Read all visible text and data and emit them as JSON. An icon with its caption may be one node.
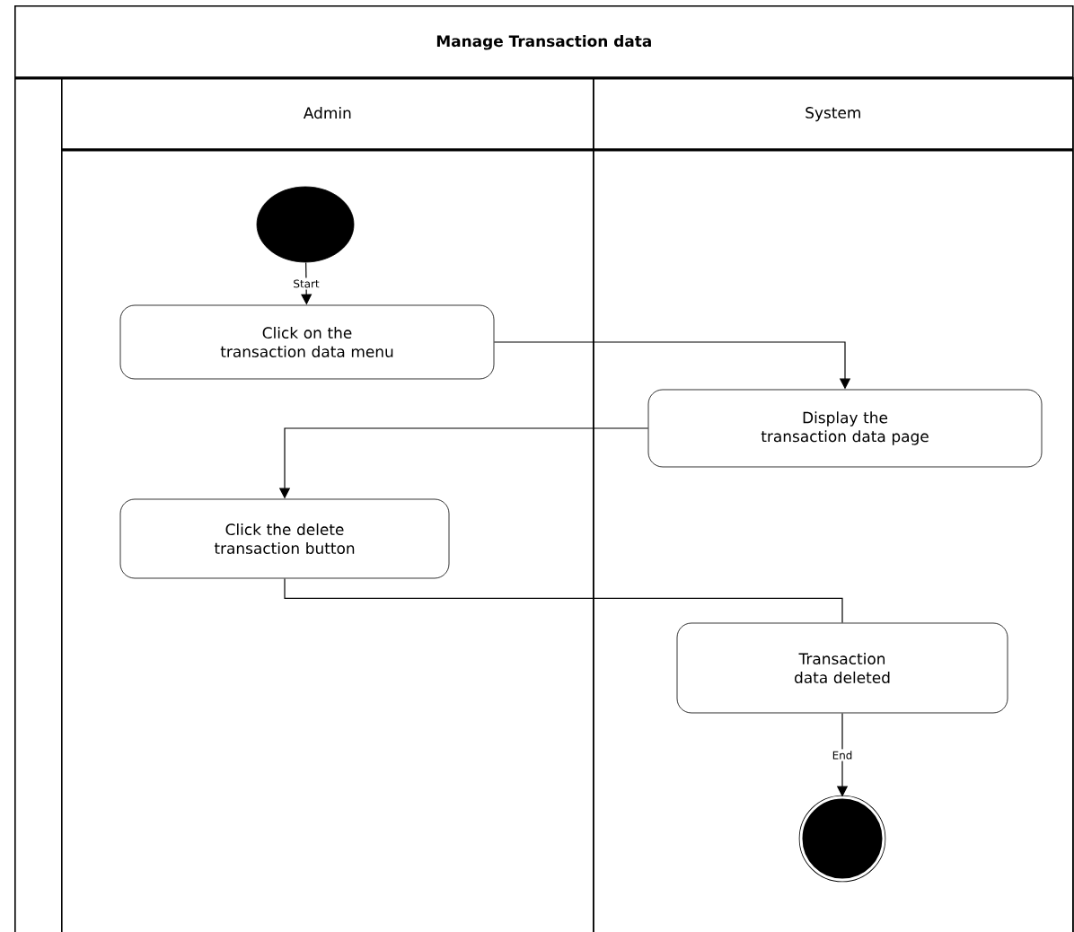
{
  "diagram": {
    "nodes": [
      {
        "text": [
          "Manage Transaction data"
        ]
      },
      {
        "text": [
          "Admin"
        ],
        "in": 0
      },
      {
        "text": [
          "System"
        ],
        "in": 0
      },
      {
        "text": [],
        "shape": "circle",
        "in": 1
      },
      {
        "text": [
          "Click on the transaction data menu"
        ],
        "in": 1
      },
      {
        "text": [
          "Display the transaction data page"
        ],
        "in": 2
      },
      {
        "text": [
          "Click the delete transaction button"
        ],
        "in": 1
      },
      {
        "text": [
          "Transaction data deleted"
        ],
        "in": 2
      },
      {
        "text": [],
        "shape": "circle",
        "in": 2
      }
    ],
    "edges": [
      {
        "from": 3,
        "to": 4,
        "arrow": "to",
        "label": "Start"
      },
      {
        "from": 4,
        "to": 5,
        "arrow": "to"
      },
      {
        "from": 5,
        "to": 6,
        "arrow": "to"
      },
      {
        "from": 6,
        "to": 7,
        "arrow": "none"
      },
      {
        "from": 7,
        "to": 8,
        "arrow": "to",
        "label": "End"
      }
    ]
  }
}
